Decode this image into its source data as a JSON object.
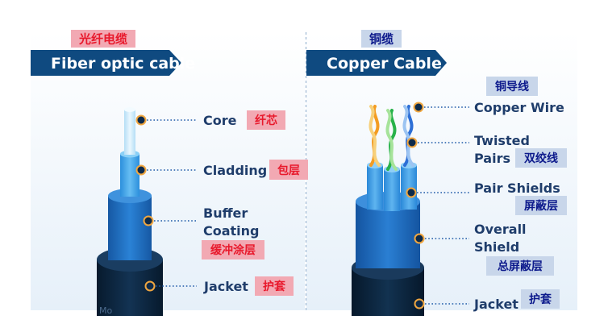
{
  "colors": {
    "banner_dark": "#0f4a80",
    "banner_mid": "#1565b5",
    "panel_bg": "#eef5fb",
    "cn_red_bg": "#f2a9b3",
    "cn_red_text": "#e8192c",
    "cn_blue_bg": "#c8d6ea",
    "cn_blue_text": "#0d1a8c",
    "label_text": "#1f3d6b",
    "jacket": "#0b2239",
    "buffer": "#1e6ec4",
    "cladding": "#44a4ea",
    "core": "#cdeafa"
  },
  "fiber": {
    "heading_cn": "光纤电缆",
    "title": "Fiber optic cable",
    "labels": {
      "core_en": "Core",
      "core_cn": "纤芯",
      "cladding_en": "Cladding",
      "cladding_cn": "包层",
      "buffer_en_1": "Buffer",
      "buffer_en_2": "Coating",
      "buffer_cn": "缓冲涂层",
      "jacket_en": "Jacket",
      "jacket_cn": "护套"
    },
    "watermark": "Mo"
  },
  "copper": {
    "heading_cn": "铜缆",
    "title": "Copper Cable",
    "labels": {
      "wire_cn": "铜导线",
      "wire_en": "Copper Wire",
      "twisted_en_1": "Twisted",
      "twisted_en_2": "Pairs",
      "twisted_cn": "双绞线",
      "pair_shields_en": "Pair Shields",
      "pair_shields_cn": "屏蔽层",
      "overall_en_1": "Overall",
      "overall_en_2": "Shield",
      "overall_cn": "总屏蔽层",
      "jacket_en": "Jacket",
      "jacket_cn": "护套"
    }
  }
}
